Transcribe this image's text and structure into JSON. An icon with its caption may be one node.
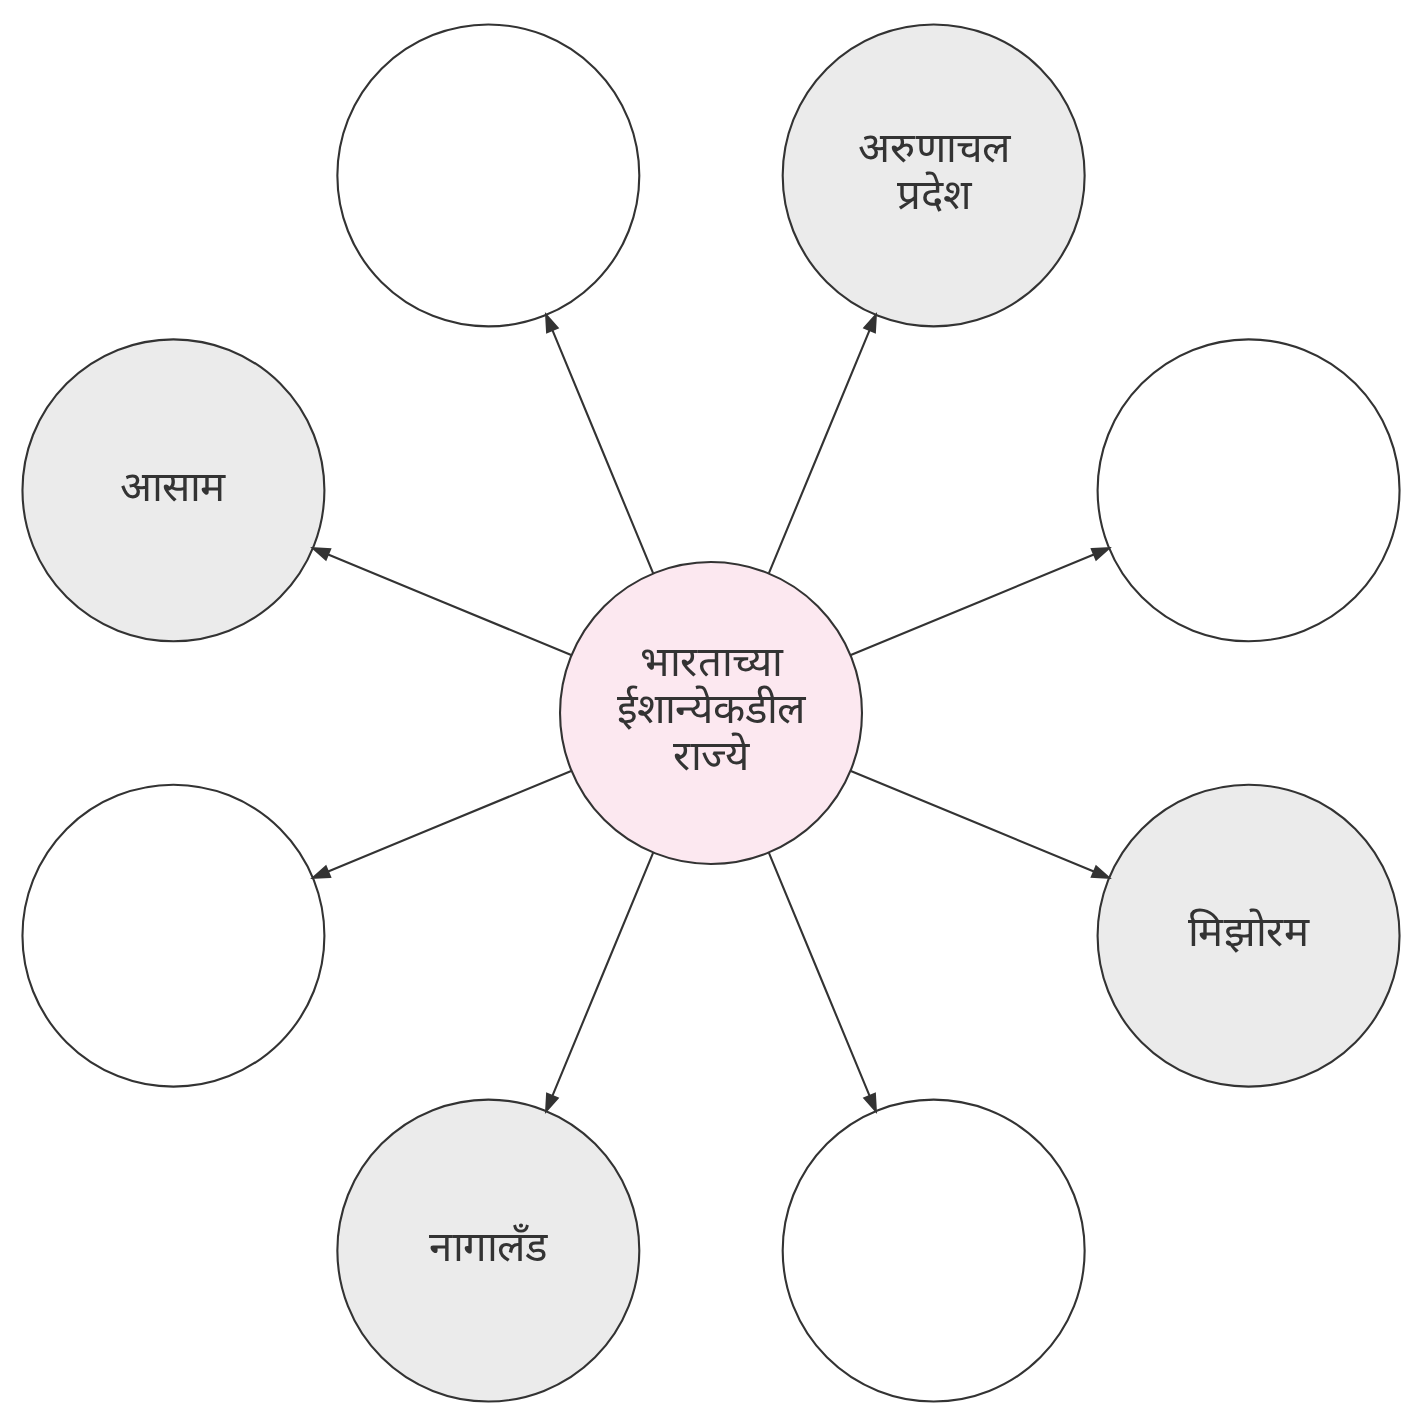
{
  "diagram": {
    "nodes": [
      {
        "text": [
          "भारताच्या ईशान्येकडील राज्ये"
        ]
      },
      {
        "text": [],
        "shape": "circle"
      },
      {
        "text": [
          "अरुणाचल प्रदेश"
        ]
      },
      {
        "text": [],
        "shape": "circle"
      },
      {
        "text": [
          "आसाम"
        ]
      },
      {
        "text": [],
        "shape": "circle"
      },
      {
        "text": [
          "नागालँड"
        ]
      },
      {
        "text": [],
        "shape": "circle"
      },
      {
        "text": [
          "मिझोरम"
        ]
      }
    ],
    "edges": [
      {
        "from": 0,
        "to": 1,
        "arrow": "to"
      },
      {
        "from": 0,
        "to": 2,
        "arrow": "to"
      },
      {
        "from": 0,
        "to": 3,
        "arrow": "to"
      },
      {
        "from": 0,
        "to": 4,
        "arrow": "to"
      },
      {
        "from": 0,
        "to": 5,
        "arrow": "to"
      },
      {
        "from": 0,
        "to": 6,
        "arrow": "to"
      },
      {
        "from": 0,
        "to": 7,
        "arrow": "to"
      },
      {
        "from": 0,
        "to": 8,
        "arrow": "to"
      }
    ]
  }
}
